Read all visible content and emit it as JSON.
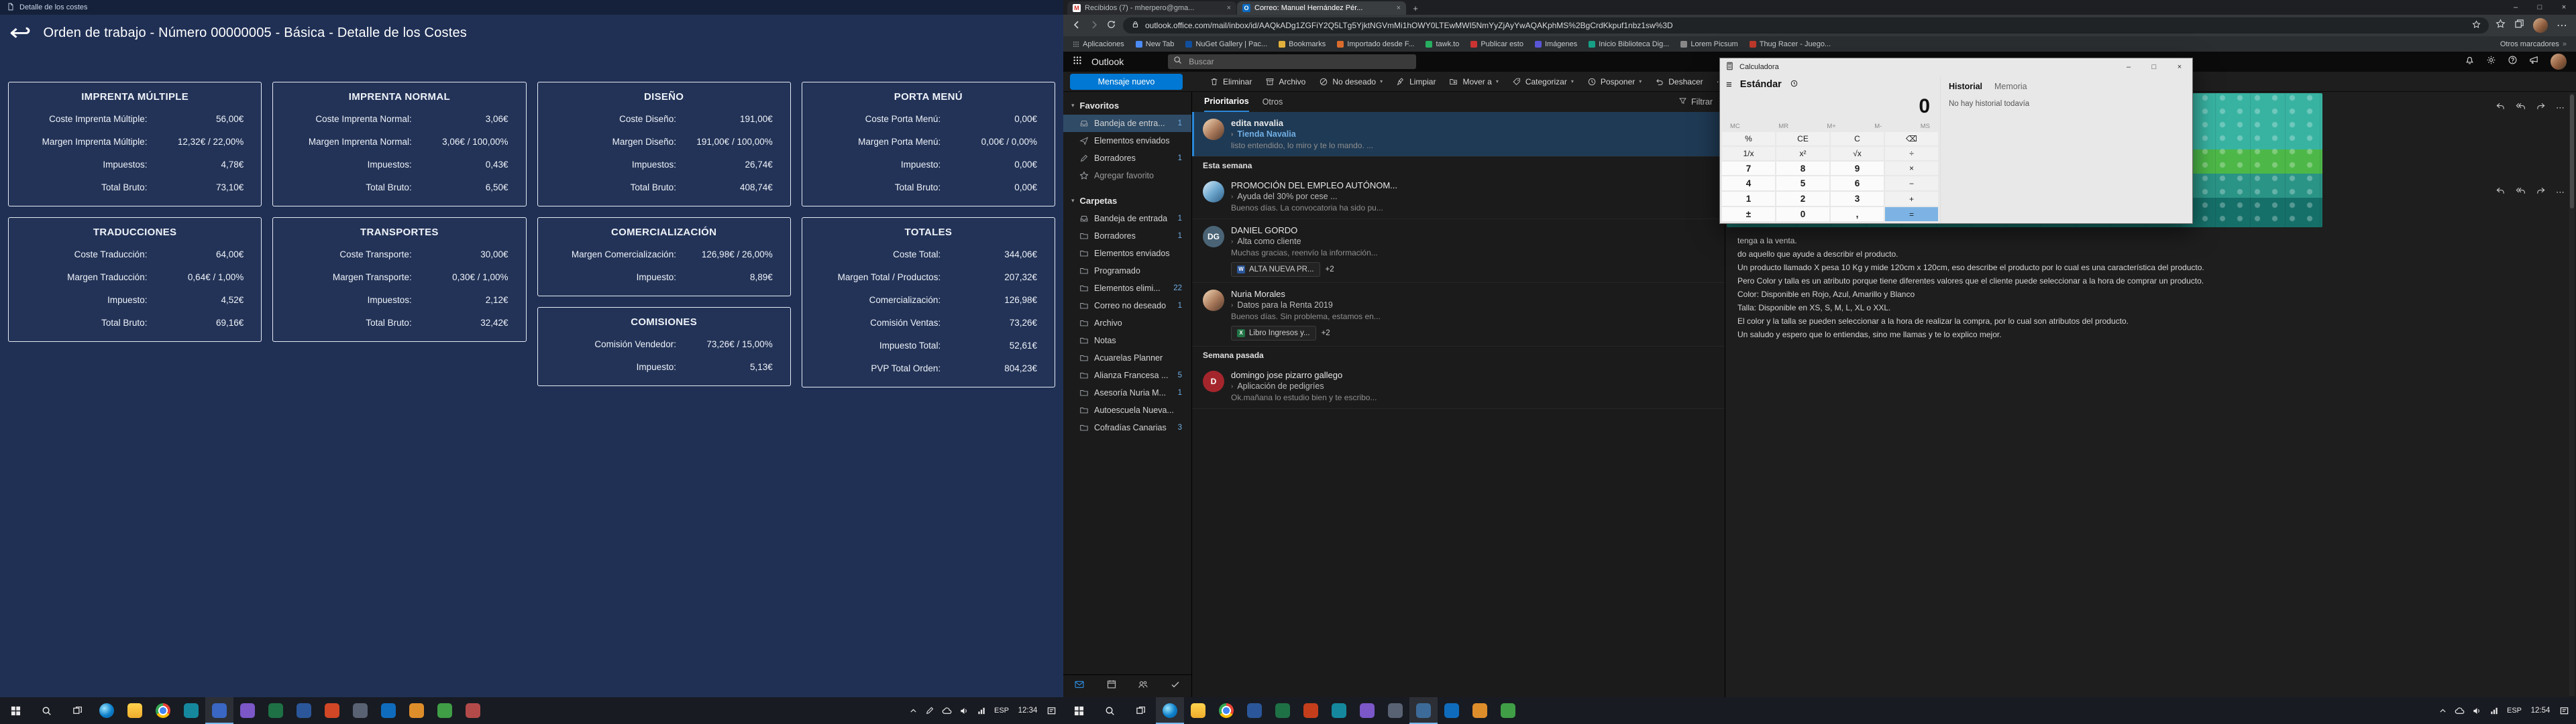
{
  "left": {
    "window_title": "Detalle de los costes",
    "header_title": "Orden de trabajo - Número 00000005 - Básica - Detalle de los Costes",
    "background": "#203055",
    "cards": [
      {
        "title": "IMPRENTA MÚLTIPLE",
        "rows": [
          {
            "label": "Coste Imprenta Múltiple:",
            "value": "56,00€"
          },
          {
            "label": "Margen Imprenta Múltiple:",
            "value": "12,32€ / 22,00%"
          },
          {
            "label": "Impuestos:",
            "value": "4,78€"
          },
          {
            "label": "Total Bruto:",
            "value": "73,10€"
          }
        ]
      },
      {
        "title": "IMPRENTA NORMAL",
        "rows": [
          {
            "label": "Coste Imprenta Normal:",
            "value": "3,06€"
          },
          {
            "label": "Margen Imprenta Normal:",
            "value": "3,06€ / 100,00%"
          },
          {
            "label": "Impuestos:",
            "value": "0,43€"
          },
          {
            "label": "Total Bruto:",
            "value": "6,50€"
          }
        ]
      },
      {
        "title": "DISEÑO",
        "rows": [
          {
            "label": "Coste Diseño:",
            "value": "191,00€"
          },
          {
            "label": "Margen Diseño:",
            "value": "191,00€ / 100,00%"
          },
          {
            "label": "Impuestos:",
            "value": "26,74€"
          },
          {
            "label": "Total Bruto:",
            "value": "408,74€"
          }
        ]
      },
      {
        "title": "PORTA MENÚ",
        "rows": [
          {
            "label": "Coste Porta Menú:",
            "value": "0,00€"
          },
          {
            "label": "Margen Porta Menú:",
            "value": "0,00€ / 0,00%"
          },
          {
            "label": "Impuesto:",
            "value": "0,00€"
          },
          {
            "label": "Total Bruto:",
            "value": "0,00€"
          }
        ]
      },
      {
        "title": "TRADUCCIONES",
        "rows": [
          {
            "label": "Coste Traducción:",
            "value": "64,00€"
          },
          {
            "label": "Margen Traducción:",
            "value": "0,64€ / 1,00%"
          },
          {
            "label": "Impuesto:",
            "value": "4,52€"
          },
          {
            "label": "Total Bruto:",
            "value": "69,16€"
          }
        ]
      },
      {
        "title": "TRANSPORTES",
        "rows": [
          {
            "label": "Coste Transporte:",
            "value": "30,00€"
          },
          {
            "label": "Margen Transporte:",
            "value": "0,30€ / 1,00%"
          },
          {
            "label": "Impuestos:",
            "value": "2,12€"
          },
          {
            "label": "Total Bruto:",
            "value": "32,42€"
          }
        ]
      },
      {
        "title": "COMERCIALIZACIÓN",
        "rows": [
          {
            "label": "Margen Comercialización:",
            "value": "126,98€ / 26,00%"
          },
          {
            "label": "Impuesto:",
            "value": "8,89€"
          }
        ]
      },
      {
        "title": "COMISIONES",
        "rows": [
          {
            "label": "Comisión Vendedor:",
            "value": "73,26€ / 15,00%"
          },
          {
            "label": "Impuesto:",
            "value": "5,13€"
          }
        ]
      },
      {
        "title": "TOTALES",
        "rows": [
          {
            "label": "Coste Total:",
            "value": "344,06€"
          },
          {
            "label": "Margen Total / Productos:",
            "value": "207,32€"
          },
          {
            "label": "Comercialización:",
            "value": "126,98€"
          },
          {
            "label": "Comisión Ventas:",
            "value": "73,26€"
          },
          {
            "label": "Impuesto Total:",
            "value": "52,61€"
          },
          {
            "label": "PVP Total Orden:",
            "value": "804,23€"
          }
        ]
      }
    ],
    "taskbar": {
      "lang": "ESP",
      "time": "12:34"
    }
  },
  "right": {
    "browser": {
      "tabs": [
        {
          "title": "Recibidos (7) - mherpero@gma...",
          "icon": "gmail",
          "active": false
        },
        {
          "title": "Correo: Manuel Hernández Pér...",
          "icon": "outlook",
          "active": true
        }
      ],
      "url": "outlook.office.com/mail/inbox/id/AAQkADg1ZGFiY2Q5LTg5YjktNGVmMi1hOWY0LTEwMWI5NmYyZjAyYwAQAKphMS%2BgCrdKkpuf1nbz1sw%3D",
      "bookmarks": [
        "Aplicaciones",
        "New Tab",
        "NuGet Gallery | Pac...",
        "Bookmarks",
        "Importado desde F...",
        "tawk.to",
        "Publicar esto",
        "Imágenes",
        "Inicio Biblioteca Dig...",
        "Lorem Picsum",
        "Thug Racer - Juego..."
      ],
      "other_bookmarks": "Otros marcadores"
    },
    "outlook": {
      "brand": "Outlook",
      "search_placeholder": "Buscar",
      "compose_label": "Mensaje nuevo",
      "accent": "#0078d4",
      "commands": [
        {
          "label": "Eliminar",
          "icon": "trash",
          "caret": false
        },
        {
          "label": "Archivo",
          "icon": "archive",
          "caret": false
        },
        {
          "label": "No deseado",
          "icon": "block",
          "caret": true
        },
        {
          "label": "Limpiar",
          "icon": "sweep",
          "caret": false
        },
        {
          "label": "Mover a",
          "icon": "move",
          "caret": true
        },
        {
          "label": "Categorizar",
          "icon": "tag",
          "caret": true
        },
        {
          "label": "Posponer",
          "icon": "clockcmd",
          "caret": true
        },
        {
          "label": "Deshacer",
          "icon": "undo",
          "caret": false
        }
      ],
      "nav": {
        "favorites_label": "Favoritos",
        "favorites": [
          {
            "label": "Bandeja de entra...",
            "count": "1",
            "icon": "inbox",
            "selected": true
          },
          {
            "label": "Elementos enviados",
            "count": "",
            "icon": "send",
            "selected": false
          },
          {
            "label": "Borradores",
            "count": "1",
            "icon": "pencil",
            "selected": false
          },
          {
            "label": "Agregar favorito",
            "count": "",
            "icon": "star",
            "muted": true
          }
        ],
        "folders_label": "Carpetas",
        "folders": [
          {
            "label": "Bandeja de entrada",
            "count": "1"
          },
          {
            "label": "Borradores",
            "count": "1"
          },
          {
            "label": "Elementos enviados",
            "count": ""
          },
          {
            "label": "Programado",
            "count": ""
          },
          {
            "label": "Elementos elimi...",
            "count": "22"
          },
          {
            "label": "Correo no deseado",
            "count": "1"
          },
          {
            "label": "Archivo",
            "count": ""
          },
          {
            "label": "Notas",
            "count": ""
          },
          {
            "label": "Acuarelas Planner",
            "count": ""
          },
          {
            "label": "Alianza Francesa ...",
            "count": "5"
          },
          {
            "label": "Asesoría Nuria M...",
            "count": "1"
          },
          {
            "label": "Autoescuela Nueva...",
            "count": ""
          },
          {
            "label": "Cofradías Canarias",
            "count": "3"
          }
        ]
      },
      "list": {
        "tab_primary": "Prioritarios",
        "tab_other": "Otros",
        "filter_label": "Filtrar",
        "groups": [
          {
            "header": "",
            "items": [
              {
                "sender": "edita navalia",
                "subject": "Tienda Navalia",
                "preview": "listo entendido, lo miro y te lo mando. ...",
                "unread": true,
                "selected": true,
                "avatar_kind": "photo",
                "initials": "",
                "avatar_color": ""
              }
            ]
          },
          {
            "header": "Esta semana",
            "items": [
              {
                "sender": "PROMOCIÓN DEL EMPLEO AUTÓNOM...",
                "subject": "Ayuda del 30% por cese ...",
                "preview": "Buenos días. La convocatoria ha sido pu...",
                "unread": false,
                "selected": false,
                "avatar_kind": "photo-blue",
                "initials": "",
                "avatar_color": ""
              },
              {
                "sender": "DANIEL GORDO",
                "subject": "Alta como cliente",
                "preview": "Muchas gracias, reenvío la información...",
                "unread": false,
                "selected": false,
                "avatar_kind": "initials",
                "initials": "DG",
                "avatar_color": "#4a6476",
                "attachment": "ALTA NUEVA PR...",
                "attach_more": "+2",
                "attach_type": "word"
              },
              {
                "sender": "Nuria Morales",
                "subject": "Datos para la Renta 2019",
                "preview": "Buenos días. Sin problema, estamos en...",
                "unread": false,
                "selected": false,
                "avatar_kind": "photo",
                "initials": "",
                "avatar_color": "",
                "attachment": "Libro Ingresos y...",
                "attach_more": "+2",
                "attach_type": "excel"
              }
            ]
          },
          {
            "header": "Semana pasada",
            "items": [
              {
                "sender": "domingo jose pizarro gallego",
                "subject": "Aplicación de pedigríes",
                "preview": "Ok.mañana lo estudio bien y te escribo...",
                "unread": false,
                "selected": false,
                "avatar_kind": "initials",
                "initials": "D",
                "avatar_color": "#a4262c"
              }
            ]
          }
        ]
      },
      "reading": {
        "paragraphs": [
          "tenga a la venta.",
          "do aquello que ayude a describir el producto.",
          "Un producto llamado X pesa 10 Kg y mide 120cm x 120cm, eso describe el producto por lo cual es una característica del producto.",
          "Pero Color y talla es un atributo porque tiene diferentes valores que el cliente puede seleccionar a la hora de comprar un producto.",
          "Color: Disponible en Rojo, Azul, Amarillo y Blanco",
          "Talla: Disponible en XS, S, M, L, XL o XXL.",
          "El color y la talla se pueden seleccionar a la hora de realizar la compra, por lo cual son atributos del producto.",
          "Un saludo y espero que lo entiendas, sino me llamas y te lo explico mejor."
        ]
      }
    },
    "calculator": {
      "window_title": "Calculadora",
      "mode": "Estándar",
      "display": "0",
      "memory_keys": [
        "MC",
        "MR",
        "M+",
        "M-",
        "MS"
      ],
      "keys": [
        [
          "%",
          "CE",
          "C",
          "⌫"
        ],
        [
          "1/x",
          "x²",
          "√x",
          "÷"
        ],
        [
          "7",
          "8",
          "9",
          "×"
        ],
        [
          "4",
          "5",
          "6",
          "−"
        ],
        [
          "1",
          "2",
          "3",
          "+"
        ],
        [
          "±",
          "0",
          ",",
          "="
        ]
      ],
      "tabs": [
        "Historial",
        "Memoria"
      ],
      "empty_text": "No hay historial todavía",
      "equals_color": "#7cb3e4"
    },
    "taskbar": {
      "lang": "ESP",
      "time": "12:54"
    }
  }
}
